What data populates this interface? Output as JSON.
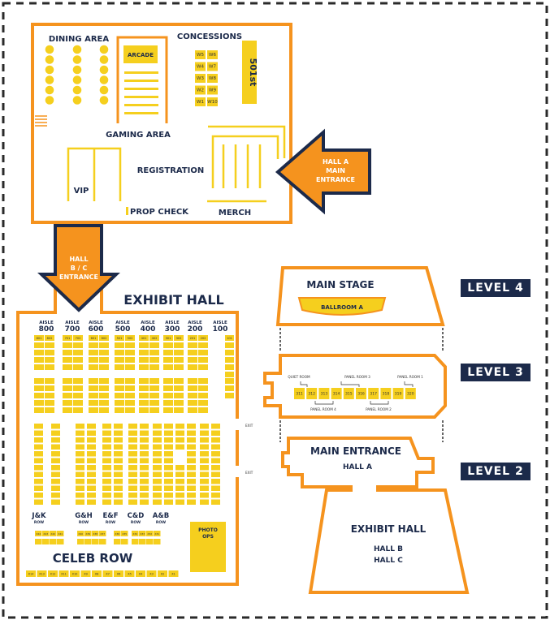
{
  "colors": {
    "orange": "#f5931e",
    "yellow": "#f5cf1e",
    "navy": "#1c2a4a",
    "border": "#2a2a2a"
  },
  "levels": [
    "LEVEL 4",
    "LEVEL 3",
    "LEVEL 2"
  ],
  "level_a": {
    "dining_area": "DINING AREA",
    "arcade": "ARCADE",
    "concessions": "CONCESSIONS",
    "gaming_area": "GAMING AREA",
    "registration": "REGISTRATION",
    "vip": "VIP",
    "prop_check": "PROP CHECK",
    "merch": "MERCH",
    "club_501st": "501st",
    "w_booths": [
      "W5",
      "W6",
      "W4",
      "W7",
      "W3",
      "W8",
      "W2",
      "W9",
      "W1",
      "W10"
    ],
    "main_entrance_arrow": [
      "HALL A",
      "MAIN",
      "ENTRANCE"
    ],
    "bc_entrance_arrow": [
      "HALL",
      "B / C",
      "ENTRANCE"
    ]
  },
  "exhibit_hall": {
    "title": "EXHIBIT HALL",
    "aisles": [
      {
        "word": "AISLE",
        "num": "800"
      },
      {
        "word": "AISLE",
        "num": "700"
      },
      {
        "word": "AISLE",
        "num": "600"
      },
      {
        "word": "AISLE",
        "num": "500"
      },
      {
        "word": "AISLE",
        "num": "400"
      },
      {
        "word": "AISLE",
        "num": "300"
      },
      {
        "word": "AISLE",
        "num": "200"
      },
      {
        "word": "AISLE",
        "num": "100"
      }
    ],
    "rows": [
      {
        "name": "J&K",
        "word": "ROW"
      },
      {
        "name": "G&H",
        "word": "ROW"
      },
      {
        "name": "E&F",
        "word": "ROW"
      },
      {
        "name": "C&D",
        "word": "ROW"
      },
      {
        "name": "A&B",
        "word": "ROW"
      }
    ],
    "celeb_row": "CELEB ROW",
    "photo_ops": [
      "PHOTO",
      "OPS"
    ],
    "exits": [
      "EXIT",
      "EXIT"
    ],
    "booth_numbers_top": [
      "801",
      "802",
      "701",
      "702",
      "601",
      "602",
      "501",
      "502",
      "401",
      "402",
      "301",
      "302",
      "201",
      "202",
      "101"
    ],
    "celeb_booths": [
      "X14",
      "X13",
      "X12",
      "X11",
      "X10",
      "X9",
      "X8",
      "X7",
      "X6",
      "X5",
      "X4",
      "X3",
      "X2",
      "X1"
    ],
    "xrow_booths": [
      "X44",
      "X43",
      "X42",
      "X41",
      "X40",
      "X39",
      "X38",
      "X37",
      "X36",
      "X35",
      "X34",
      "X33",
      "X32",
      "X31"
    ]
  },
  "level4": {
    "main_stage": "MAIN STAGE",
    "ballroom": "BALLROOM A"
  },
  "level3": {
    "quiet_room": "QUIET ROOM",
    "panel_room_1": "PANEL ROOM 1",
    "panel_room_2": "PANEL ROOM 2",
    "panel_room_3": "PANEL ROOM 3",
    "panel_room_4": "PANEL ROOM 4",
    "rooms": [
      "311",
      "312",
      "313",
      "314",
      "315",
      "316",
      "317",
      "318",
      "319",
      "320"
    ]
  },
  "level2": {
    "main_entrance": "MAIN ENTRANCE",
    "hall_a": "HALL A",
    "exhibit_hall": "EXHIBIT HALL",
    "hall_b": "HALL B",
    "hall_c": "HALL C"
  }
}
